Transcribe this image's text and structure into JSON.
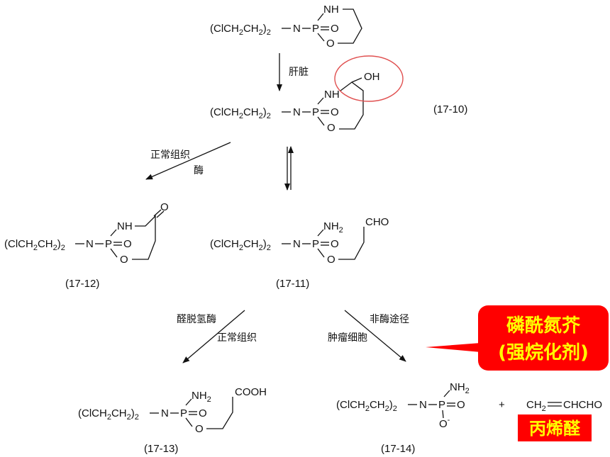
{
  "scheme": {
    "chain": "(ClCH",
    "sub2": "2",
    "ch": "CH",
    "paren_close": ")",
    "n_atom": "N",
    "p_atom": "P",
    "o_eq": "O",
    "o_ring": "O",
    "nh": "NH",
    "nh2": "NH",
    "oh": "OH",
    "cho": "CHO",
    "cooh": "COOH",
    "o_minus": "O",
    "minus_sign": "-",
    "plus": "+",
    "acrolein_formula_a": "CH",
    "acrolein_formula_b": "CHCHO"
  },
  "labels": {
    "liver": "肝脏",
    "normal_tissue_enzyme_1": "正常组织",
    "enzyme_1": "酶",
    "aldehyde_dehydrogenase": "醛脱氢酶",
    "normal_tissue_2": "正常组织",
    "non_enzymatic": "非酶途径",
    "tumor_cells": "肿瘤细胞"
  },
  "compound_ids": {
    "c10": "(17-10)",
    "c11": "(17-11)",
    "c12": "(17-12)",
    "c13": "(17-13)",
    "c14": "(17-14)"
  },
  "callout": {
    "line1": "磷酰氮芥",
    "line2": "(强烷化剂)"
  },
  "acrolein_label": "丙烯醛",
  "colors": {
    "callout_bg": "#ff0000",
    "callout_text": "#ffff00",
    "circle": "#e05050",
    "ink": "#111111"
  }
}
